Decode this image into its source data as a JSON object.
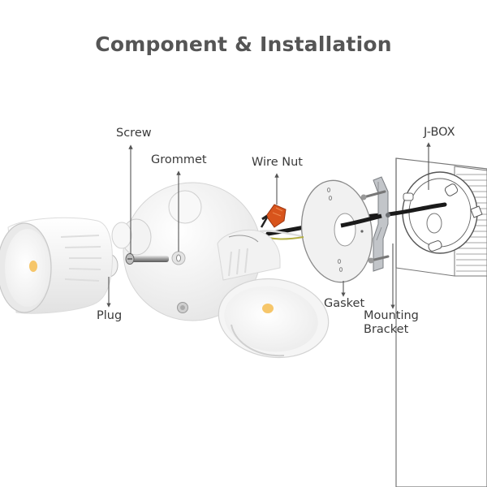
{
  "title": "Component & Installation",
  "labels": {
    "screw": "Screw",
    "grommet": "Grommet",
    "wire_nut": "Wire Nut",
    "j_box": "J-BOX",
    "plug": "Plug",
    "gasket": "Gasket",
    "mounting_line1": "Mounting",
    "mounting_line2": "Bracket"
  },
  "colors": {
    "title": "#555555",
    "label": "#3a3a3a",
    "leader_line": "#555555",
    "fixture_white": "#f4f4f4",
    "led_amber": "#f6c66a",
    "wire_nut_orange": "#d8541c",
    "bracket_gray": "#b9bcc0",
    "wire_black": "#1a1a1a"
  }
}
